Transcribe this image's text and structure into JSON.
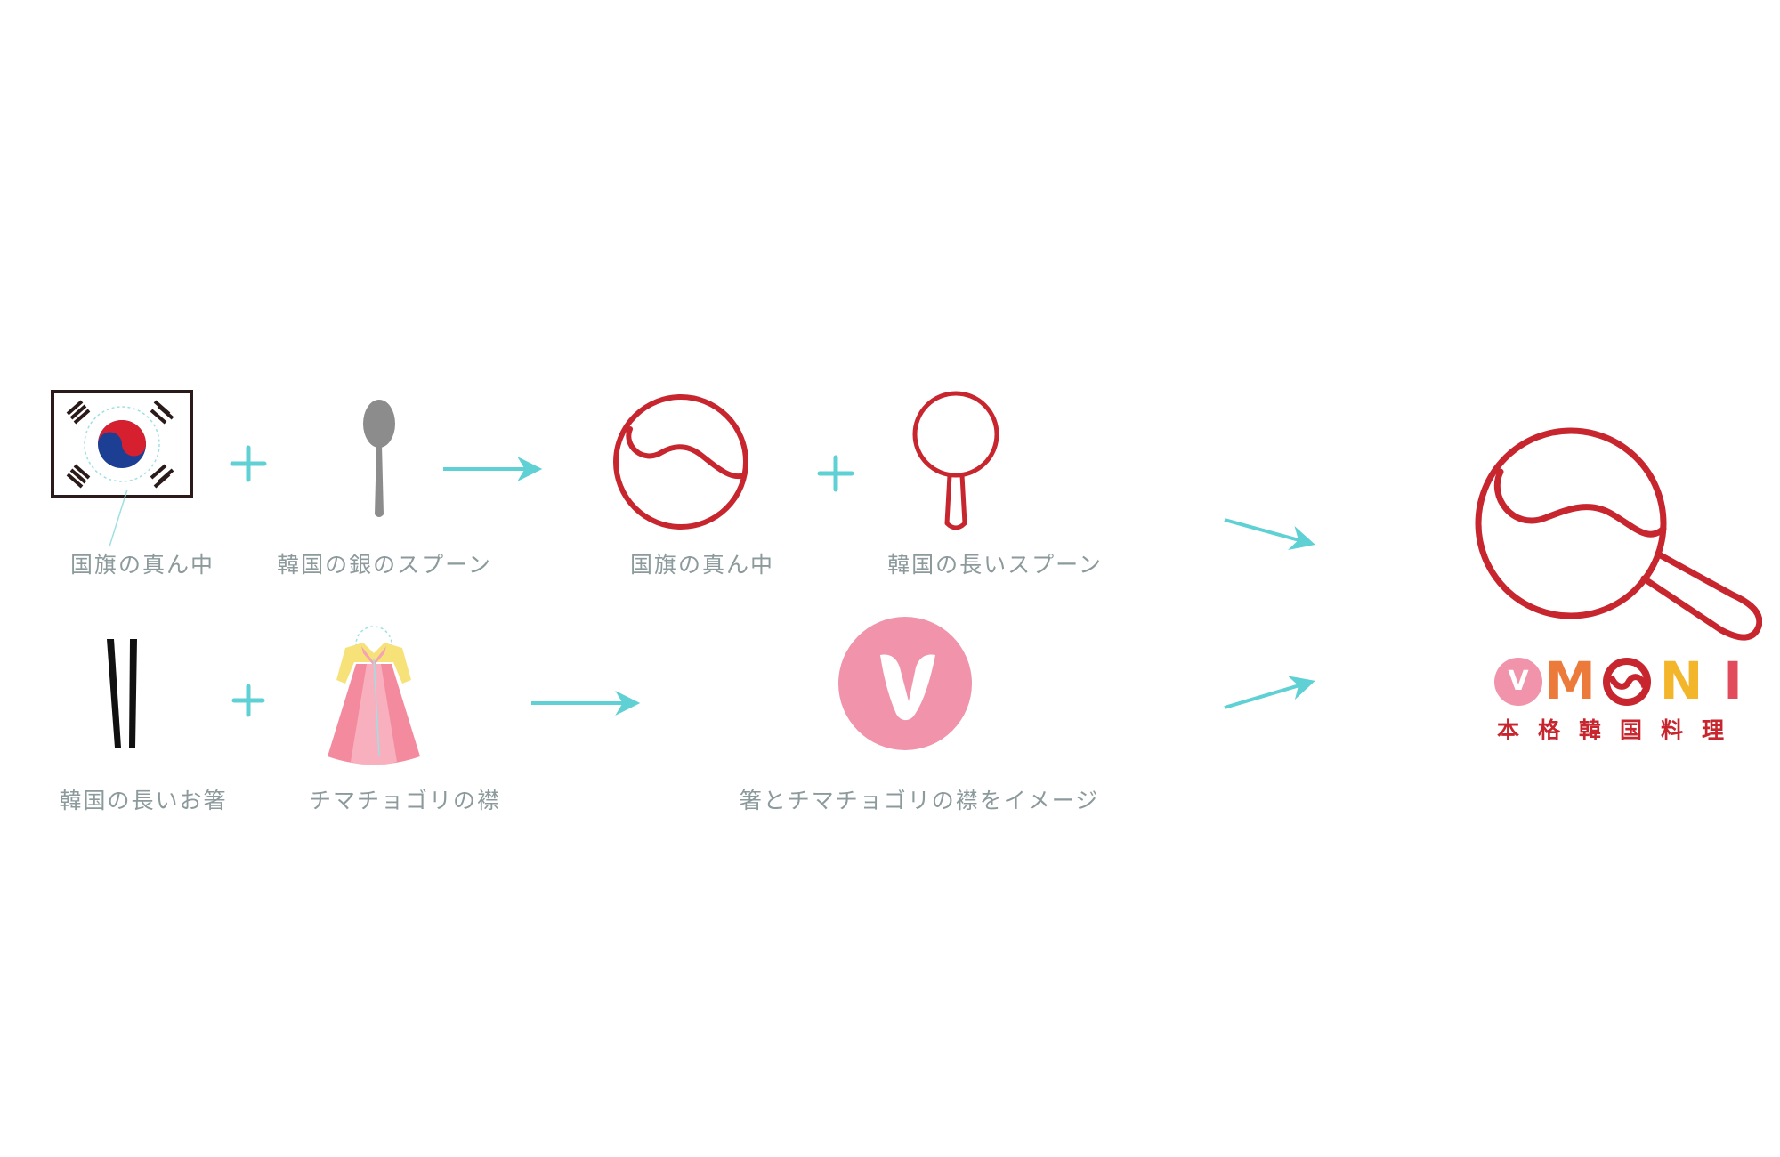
{
  "colors": {
    "accent": "#5fd0d4",
    "logo_red": "#c8262e",
    "pink": "#f093ab",
    "label_gray": "#8c9a9c",
    "orange": "#ec7a3a",
    "yellow": "#f3b52a",
    "red_i": "#e14b5c"
  },
  "labels": {
    "flag_center": "国旗の真ん中",
    "silver_spoon": "韓国の銀のスプーン",
    "flag_center_2": "国旗の真ん中",
    "long_spoon": "韓国の長いスプーン",
    "chopsticks": "韓国の長いお箸",
    "collar": "チマチョゴリの襟",
    "collar_image": "箸とチマチョゴリの襟をイメージ"
  },
  "brand": {
    "badge_letter": "V",
    "letters": [
      "M",
      "O",
      "N",
      "I"
    ],
    "subtitle": "本格韓国料理"
  },
  "icons": {
    "flag": "korean-flag-icon",
    "spoon": "silver-spoon-icon",
    "taegeuk": "taegeuk-circle-icon",
    "long_spoon": "long-spoon-outline-icon",
    "chopsticks": "chopsticks-icon",
    "hanbok": "hanbok-icon",
    "v_badge": "v-badge-icon",
    "logo": "omoni-magnifier-logo-icon",
    "plus": "plus-icon",
    "arrow": "arrow-icon"
  }
}
